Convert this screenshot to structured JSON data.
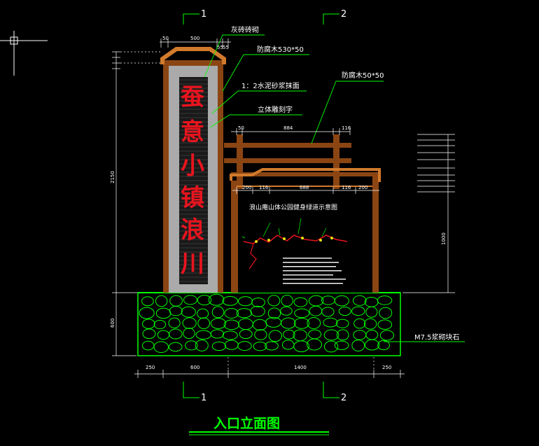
{
  "drawing": {
    "title": "入口立面图",
    "section_markers": [
      "1",
      "2",
      "1",
      "2"
    ],
    "annotations": {
      "brick": "灰砖砖砌",
      "timber_530": "防腐木530*50",
      "plaster": "1：2水泥砂浆抹面",
      "carving": "立体雕刻字",
      "timber_50": "防腐木50*50",
      "stone": "M7.5浆砌块石"
    },
    "carved_chars": [
      "蚕",
      "意",
      "小",
      "镇",
      "浪",
      "川"
    ],
    "sign_title": "浪山庵山体公园健身绿道示意图",
    "dims_top": [
      "50",
      "500",
      "55",
      "55"
    ],
    "dims_mid": [
      "50",
      "884",
      "116"
    ],
    "dims_lower": [
      "200",
      "116",
      "688",
      "116",
      "200"
    ],
    "dims_bottom": [
      "250",
      "600",
      "1400",
      "250"
    ],
    "dims_left": [
      "2150",
      "600"
    ],
    "dims_right": [
      "1000"
    ]
  },
  "colors": {
    "timber": "#8B4513",
    "frame": "#d27a2c",
    "ground": "#00ff00",
    "text_red": "#e8141e"
  }
}
